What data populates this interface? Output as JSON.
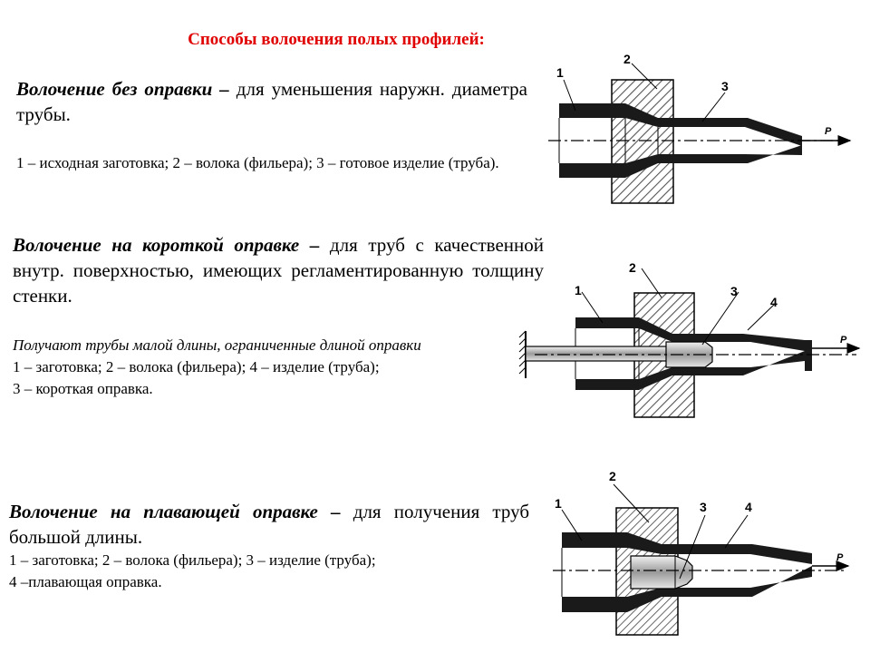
{
  "title": "Способы волочения полых профилей:",
  "section1": {
    "heading": "Волочение без оправки –",
    "description": " для уменьшения наружн. диаметра трубы.",
    "legend": "1 – исходная заготовка; 2 – волока (фильера); 3 – готовое изделие (труба)."
  },
  "section2": {
    "heading": "Волочение на короткой оправке –",
    "description": " для труб с качественной внутр. поверхностью, имеющих регламентированную толщину стенки.",
    "note": "Получают трубы малой длины, ограниченные длиной оправки",
    "legend_line1": "1 – заготовка; 2 – волока (фильера); 4 – изделие (труба);",
    "legend_line2": "3 – короткая оправка."
  },
  "section3": {
    "heading": "Волочение на плавающей оправке –",
    "description": " для получения труб большой длины.",
    "legend_line1": "1 – заготовка; 2 – волока (фильера); 3 – изделие (труба);",
    "legend_line2": "4 –плавающая оправка."
  },
  "figures": {
    "fig1_labels": [
      "1",
      "2",
      "3"
    ],
    "fig2_labels": [
      "1",
      "2",
      "3",
      "4"
    ],
    "fig3_labels": [
      "1",
      "2",
      "3",
      "4"
    ],
    "force_label": "P"
  }
}
